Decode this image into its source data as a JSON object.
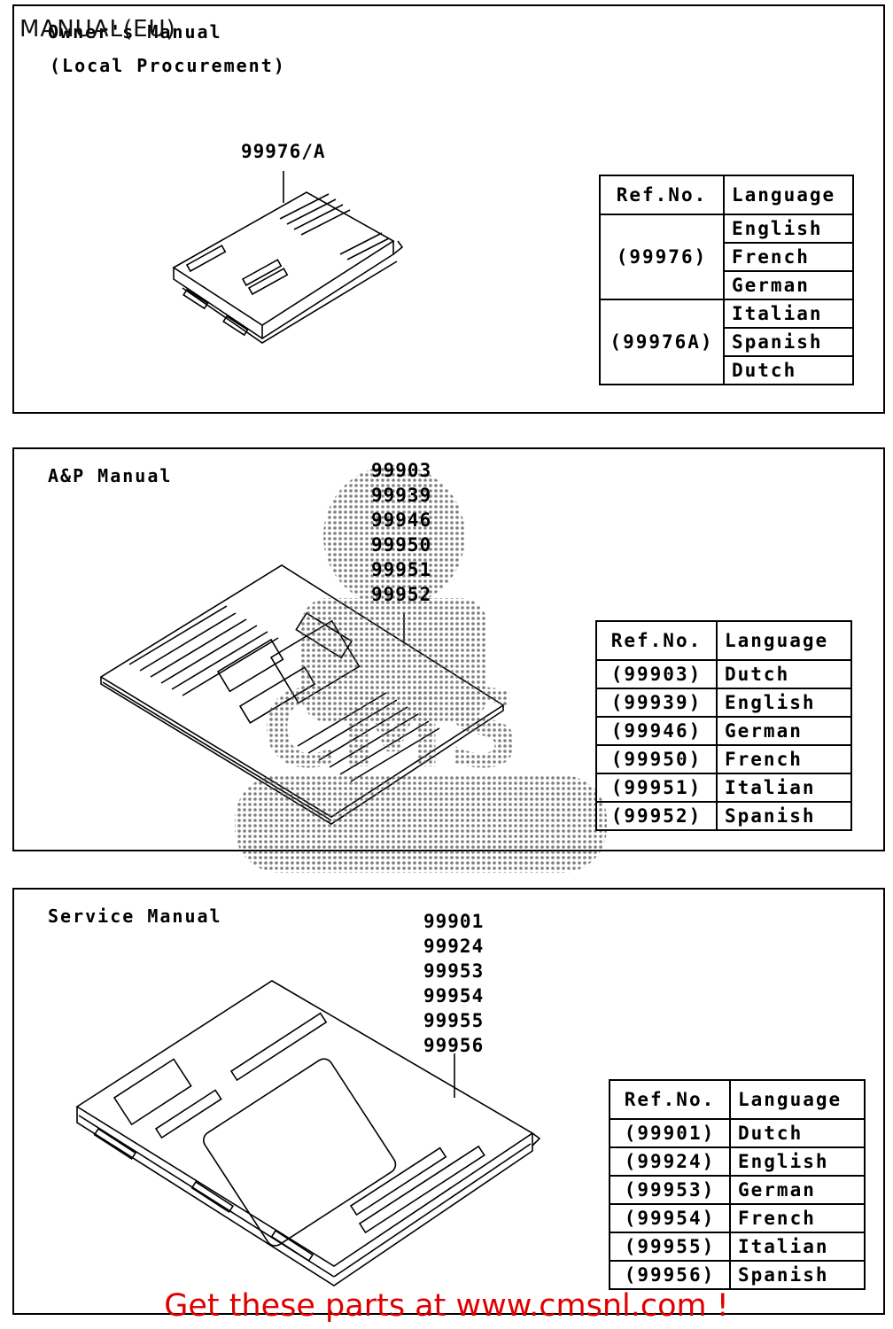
{
  "page": {
    "title": "MANUAL(EU)",
    "footer": "Get these parts at www.cmsnl.com !"
  },
  "sections": [
    {
      "title": "Owner's Manual",
      "subtitle": "(Local Procurement)",
      "callout": "99976/A",
      "table": {
        "headers": [
          "Ref.No.",
          "Language"
        ],
        "groups": [
          {
            "ref": "(99976)",
            "languages": [
              "English",
              "French",
              "German"
            ]
          },
          {
            "ref": "(99976A)",
            "languages": [
              "Italian",
              "Spanish",
              "Dutch"
            ]
          }
        ]
      }
    },
    {
      "title": "A&P Manual",
      "callouts": [
        "99903",
        "99939",
        "99946",
        "99950",
        "99951",
        "99952"
      ],
      "table": {
        "headers": [
          "Ref.No.",
          "Language"
        ],
        "rows": [
          {
            "ref": "(99903)",
            "language": "Dutch"
          },
          {
            "ref": "(99939)",
            "language": "English"
          },
          {
            "ref": "(99946)",
            "language": "German"
          },
          {
            "ref": "(99950)",
            "language": "French"
          },
          {
            "ref": "(99951)",
            "language": "Italian"
          },
          {
            "ref": "(99952)",
            "language": "Spanish"
          }
        ]
      }
    },
    {
      "title": "Service Manual",
      "callouts": [
        "99901",
        "99924",
        "99953",
        "99954",
        "99955",
        "99956"
      ],
      "table": {
        "headers": [
          "Ref.No.",
          "Language"
        ],
        "rows": [
          {
            "ref": "(99901)",
            "language": "Dutch"
          },
          {
            "ref": "(99924)",
            "language": "English"
          },
          {
            "ref": "(99953)",
            "language": "German"
          },
          {
            "ref": "(99954)",
            "language": "French"
          },
          {
            "ref": "(99955)",
            "language": "Italian"
          },
          {
            "ref": "(99956)",
            "language": "Spanish"
          }
        ]
      }
    }
  ],
  "watermark": {
    "icon": "cms-logo-watermark",
    "text": "CMS",
    "color": "#555555"
  }
}
